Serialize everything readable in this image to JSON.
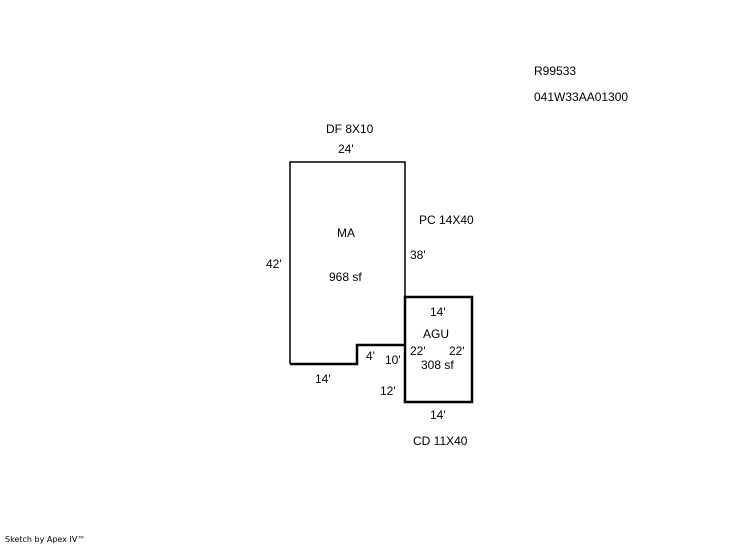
{
  "header": {
    "parcel_id": "R99533",
    "map_number": "041W33AA01300"
  },
  "areas": {
    "ma": {
      "label": "MA",
      "area": "968 sf"
    },
    "agu": {
      "label": "AGU",
      "area": "308 sf"
    }
  },
  "annotations": {
    "df": "DF  8X10",
    "pc": "PC  14X40",
    "cd": "CD  11X40"
  },
  "dimensions": {
    "ma_top": "24'",
    "ma_left": "42'",
    "ma_right": "38'",
    "ma_bottom": "14'",
    "ma_step": "4'",
    "ma_step_side": "10'",
    "agu_top": "14'",
    "agu_left": "22'",
    "agu_right": "22'",
    "agu_bottom": "14'",
    "agu_lower_left": "12'"
  },
  "footer": {
    "credit": "Sketch by Apex IV™"
  }
}
